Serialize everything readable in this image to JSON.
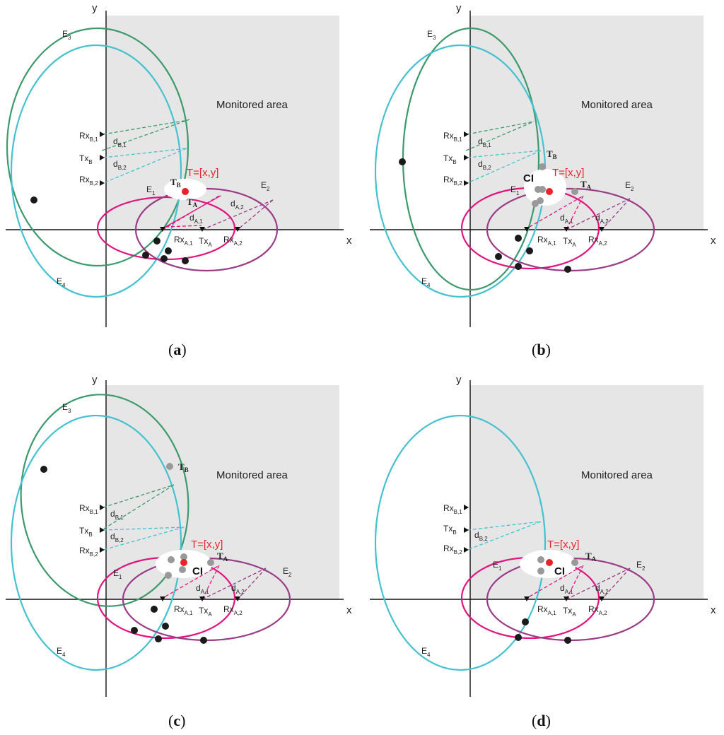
{
  "axes": {
    "x_label": "x",
    "y_label": "y"
  },
  "monitored_area": "Monitored area",
  "target": "T=[x,y]",
  "ci_label": "CI",
  "ellipse_labels": {
    "e1": "E",
    "e1_sub": "1",
    "e2": "E",
    "e2_sub": "2",
    "e3": "E",
    "e3_sub": "3",
    "e4": "E",
    "e4_sub": "4"
  },
  "nodes": {
    "rx_b1": "Rx",
    "rx_b1_sub": "B,1",
    "tx_b": "Tx",
    "tx_b_sub": "B",
    "rx_b2": "Rx",
    "rx_b2_sub": "B,2",
    "rx_a1": "Rx",
    "rx_a1_sub": "A,1",
    "tx_a": "Tx",
    "tx_a_sub": "A",
    "rx_a2": "Rx",
    "rx_a2_sub": "A,2"
  },
  "distances": {
    "d_b1": "d",
    "d_b1_sub": "B,1",
    "d_b2": "d",
    "d_b2_sub": "B,2",
    "d_a1": "d",
    "d_a1_sub": "A,1",
    "d_a2": "d",
    "d_a2_sub": "A,2"
  },
  "estimates": {
    "t_a": "T",
    "t_a_sub": "A",
    "t_b": "T",
    "t_b_sub": "B"
  },
  "panels": [
    {
      "caption_pre": "(",
      "caption_letter": "a",
      "caption_post": ")"
    },
    {
      "caption_pre": "(",
      "caption_letter": "b",
      "caption_post": ")"
    },
    {
      "caption_pre": "(",
      "caption_letter": "c",
      "caption_post": ")"
    },
    {
      "caption_pre": "(",
      "caption_letter": "d",
      "caption_post": ")"
    }
  ],
  "colors": {
    "monitored_area": "#e6e6e6",
    "e1": "#e0157f",
    "e2": "#9b3c86",
    "e3": "#3c9a6d",
    "e4": "#46c1cf",
    "target": "#e8232a",
    "candidate": "#999999",
    "intersection": "#1a1a1a"
  }
}
